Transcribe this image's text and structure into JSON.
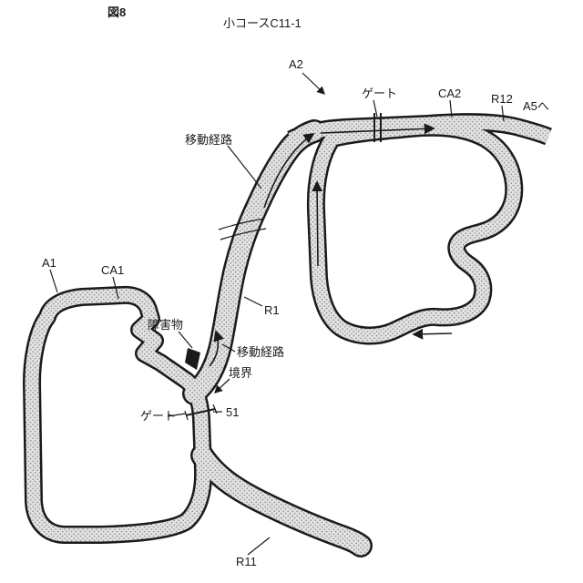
{
  "figure": {
    "fig_label": "図8",
    "title": "小コースC11-1"
  },
  "labels": {
    "a1": "A1",
    "a2": "A2",
    "ca1": "CA1",
    "ca2": "CA2",
    "r1": "R1",
    "r11": "R11",
    "r12": "R12",
    "a5": "A5へ",
    "gate_top": "ゲート",
    "gate_left": "ゲート",
    "route_top": "移動経路",
    "route_mid": "移動経路",
    "obstacle": "障害物",
    "boundary": "境界",
    "num51": "51"
  },
  "colors": {
    "line": "#1a1a1a",
    "road_fill": "#e2e2e2",
    "road_dot": "#8f8f8f"
  }
}
